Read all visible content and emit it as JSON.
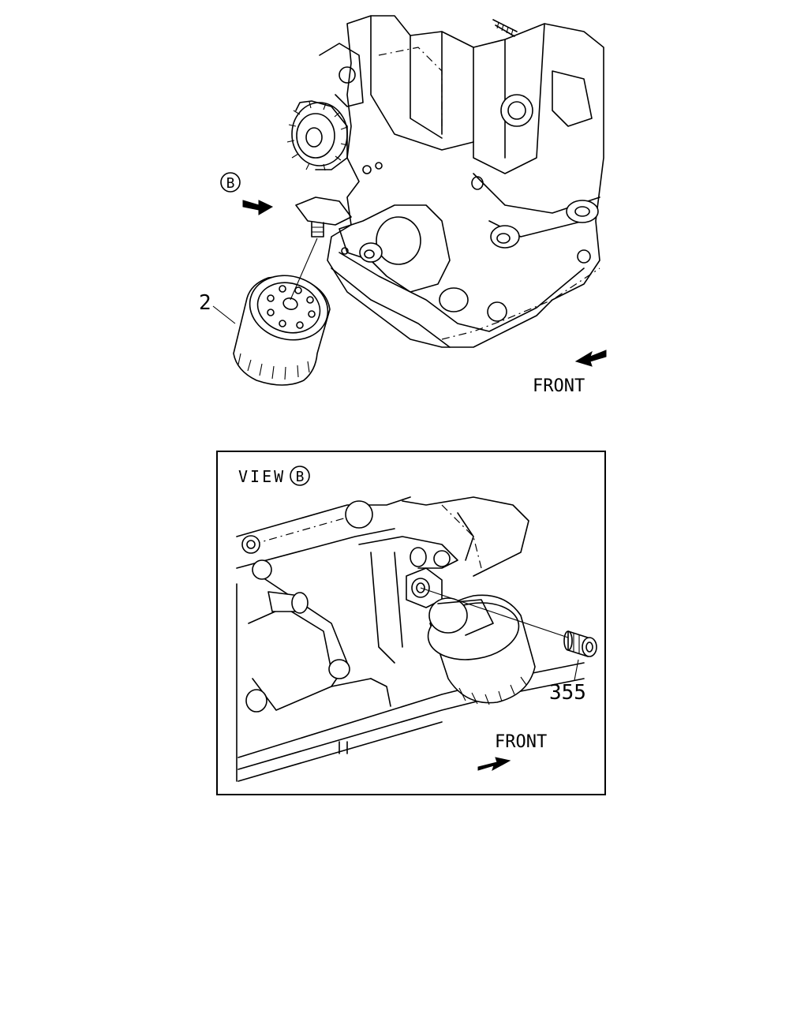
{
  "upper_view": {
    "view_marker": "B",
    "callout_filter": "2",
    "front_label": "FRONT"
  },
  "detail_view": {
    "title": "VIEW",
    "view_marker": "B",
    "callout_fitting": "355",
    "front_label": "FRONT"
  },
  "colors": {
    "line": "#000000",
    "background": "#ffffff"
  }
}
